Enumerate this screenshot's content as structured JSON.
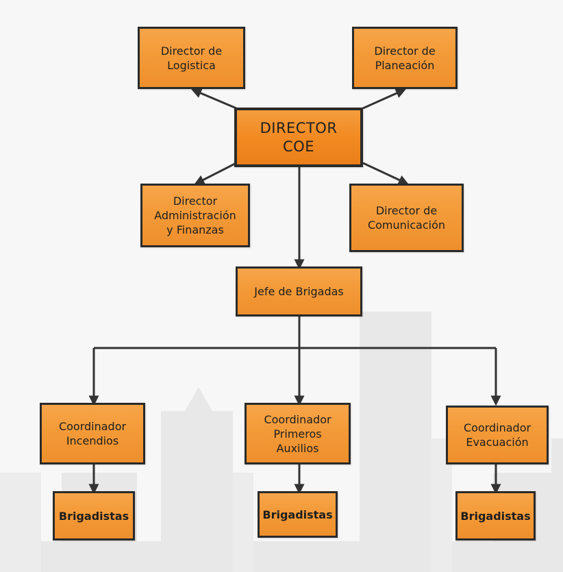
{
  "colors": {
    "node_fill": "#f39a38",
    "node_border": "#2a2a2a",
    "connector": "#333333",
    "background": "#f7f7f7",
    "skyline": "#e6e6e6"
  },
  "nodes": {
    "director_coe": "DIRECTOR\nCOE",
    "director_logistica": "Director de\nLogistica",
    "director_planeacion": "Director de\nPlaneación",
    "director_admin_finanzas": "Director\nAdministración\ny Finanzas",
    "director_comunicacion": "Director de\nComunicación",
    "jefe_brigadas": "Jefe de Brigadas",
    "coord_incendios": "Coordinador\nIncendios",
    "coord_primeros_auxilios": "Coordinador\nPrimeros\nAuxilios",
    "coord_evacuacion": "Coordinador\nEvacuación",
    "brigadistas_1": "Brigadistas",
    "brigadistas_2": "Brigadistas",
    "brigadistas_3": "Brigadistas"
  }
}
